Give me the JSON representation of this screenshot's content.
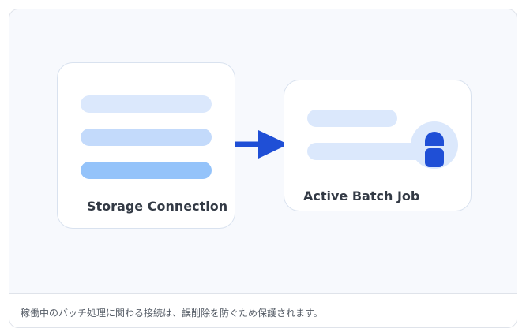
{
  "diagram": {
    "source_card": {
      "label": "Storage Connection",
      "icon": "list-icon",
      "bar_colors": [
        "#dbe8fc",
        "#c3dafb",
        "#94c3fa"
      ]
    },
    "target_card": {
      "label": "Active Batch Job",
      "icon": "lock-icon",
      "bar_color": "#dbe8fc"
    },
    "connector": {
      "icon": "arrow-right-icon",
      "color": "#1f4fd6"
    },
    "lock_colors": {
      "badge": "#dbe8fc",
      "body": "#1f4fd6"
    }
  },
  "footer": {
    "caption": "稼働中のバッチ処理に関わる接続は、誤削除を防ぐため保護されます。"
  }
}
